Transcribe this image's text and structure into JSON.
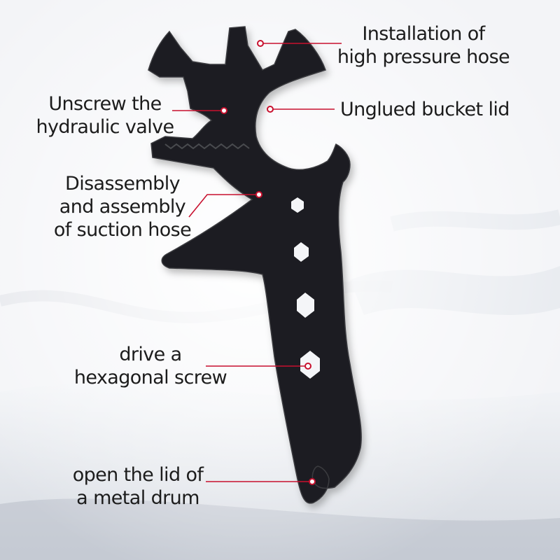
{
  "callouts": [
    {
      "id": "installation-high-pressure-hose",
      "lines": [
        "Installation of",
        "high pressure hose"
      ]
    },
    {
      "id": "unscrew-hydraulic-valve",
      "lines": [
        "Unscrew the",
        "hydraulic valve"
      ]
    },
    {
      "id": "unglued-bucket-lid",
      "lines": [
        "Unglued bucket lid"
      ]
    },
    {
      "id": "suction-hose",
      "lines": [
        "Disassembly",
        "and assembly",
        "of suction hose"
      ]
    },
    {
      "id": "hexagonal-screw",
      "lines": [
        "drive a",
        "hexagonal screw"
      ]
    },
    {
      "id": "metal-drum-lid",
      "lines": [
        "open the lid of",
        "a metal drum"
      ]
    }
  ],
  "colors": {
    "tool": "#1e1f22",
    "tool_edge": "#3a3b3f",
    "leader_line": "#c8102e",
    "text": "#1c1c1c",
    "background_light": "#ffffff",
    "background_shadow": "#d5d9e0"
  }
}
